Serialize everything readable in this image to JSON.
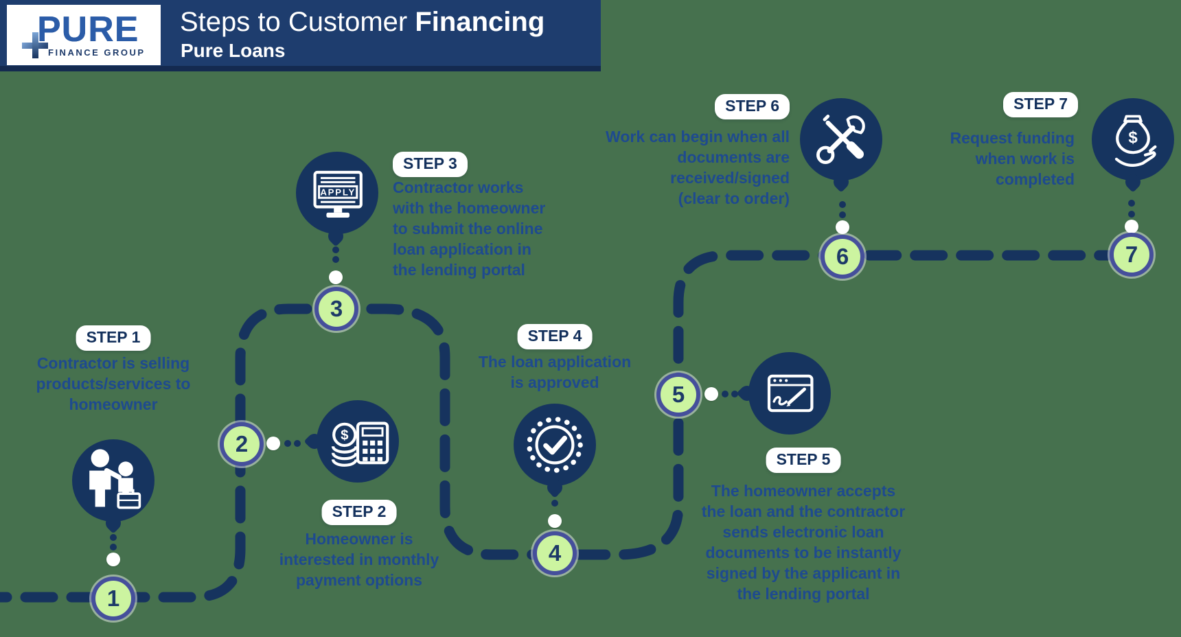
{
  "header": {
    "logo": {
      "brand": "PURE",
      "tagline": "FINANCE GROUP"
    },
    "title_prefix": "Steps to Customer ",
    "title_emphasis": "Financing",
    "subtitle": "Pure Loans"
  },
  "steps": [
    {
      "badge": "STEP 1",
      "number": "1",
      "description": "Contractor is selling\nproducts/services to\nhomeowner",
      "icon": "salesperson-customer-icon"
    },
    {
      "badge": "STEP 2",
      "number": "2",
      "description": "Homeowner is\ninterested in monthly\npayment options",
      "icon": "coins-calculator-icon",
      "icon_label": "$"
    },
    {
      "badge": "STEP 3",
      "number": "3",
      "description": "Contractor works\nwith the homeowner\nto submit the online\nloan application in\nthe lending portal",
      "icon": "apply-monitor-icon",
      "icon_label": "APPLY"
    },
    {
      "badge": "STEP 4",
      "number": "4",
      "description": "The loan application\nis approved",
      "icon": "approved-seal-icon"
    },
    {
      "badge": "STEP 5",
      "number": "5",
      "description": "The homeowner accepts\nthe loan and the contractor\nsends electronic loan\ndocuments to be instantly\nsigned by the applicant in\nthe lending portal",
      "icon": "esignature-icon"
    },
    {
      "badge": "STEP 6",
      "number": "6",
      "description": "Work can begin when all\ndocuments are\nreceived/signed\n(clear to order)",
      "icon": "tools-icon"
    },
    {
      "badge": "STEP 7",
      "number": "7",
      "description": "Request funding\nwhen work is\ncompleted",
      "icon": "funding-hand-icon",
      "icon_label": "$"
    }
  ],
  "colors": {
    "background": "#46714e",
    "navy": "#16335e",
    "header_bar": "#1e3d6e",
    "header_strip": "#142a50",
    "text_blue": "#1e4a8f",
    "badge_text": "#13305c",
    "number_fill": "#ccf4a0",
    "number_ring": "#454f9b",
    "white": "#ffffff"
  }
}
